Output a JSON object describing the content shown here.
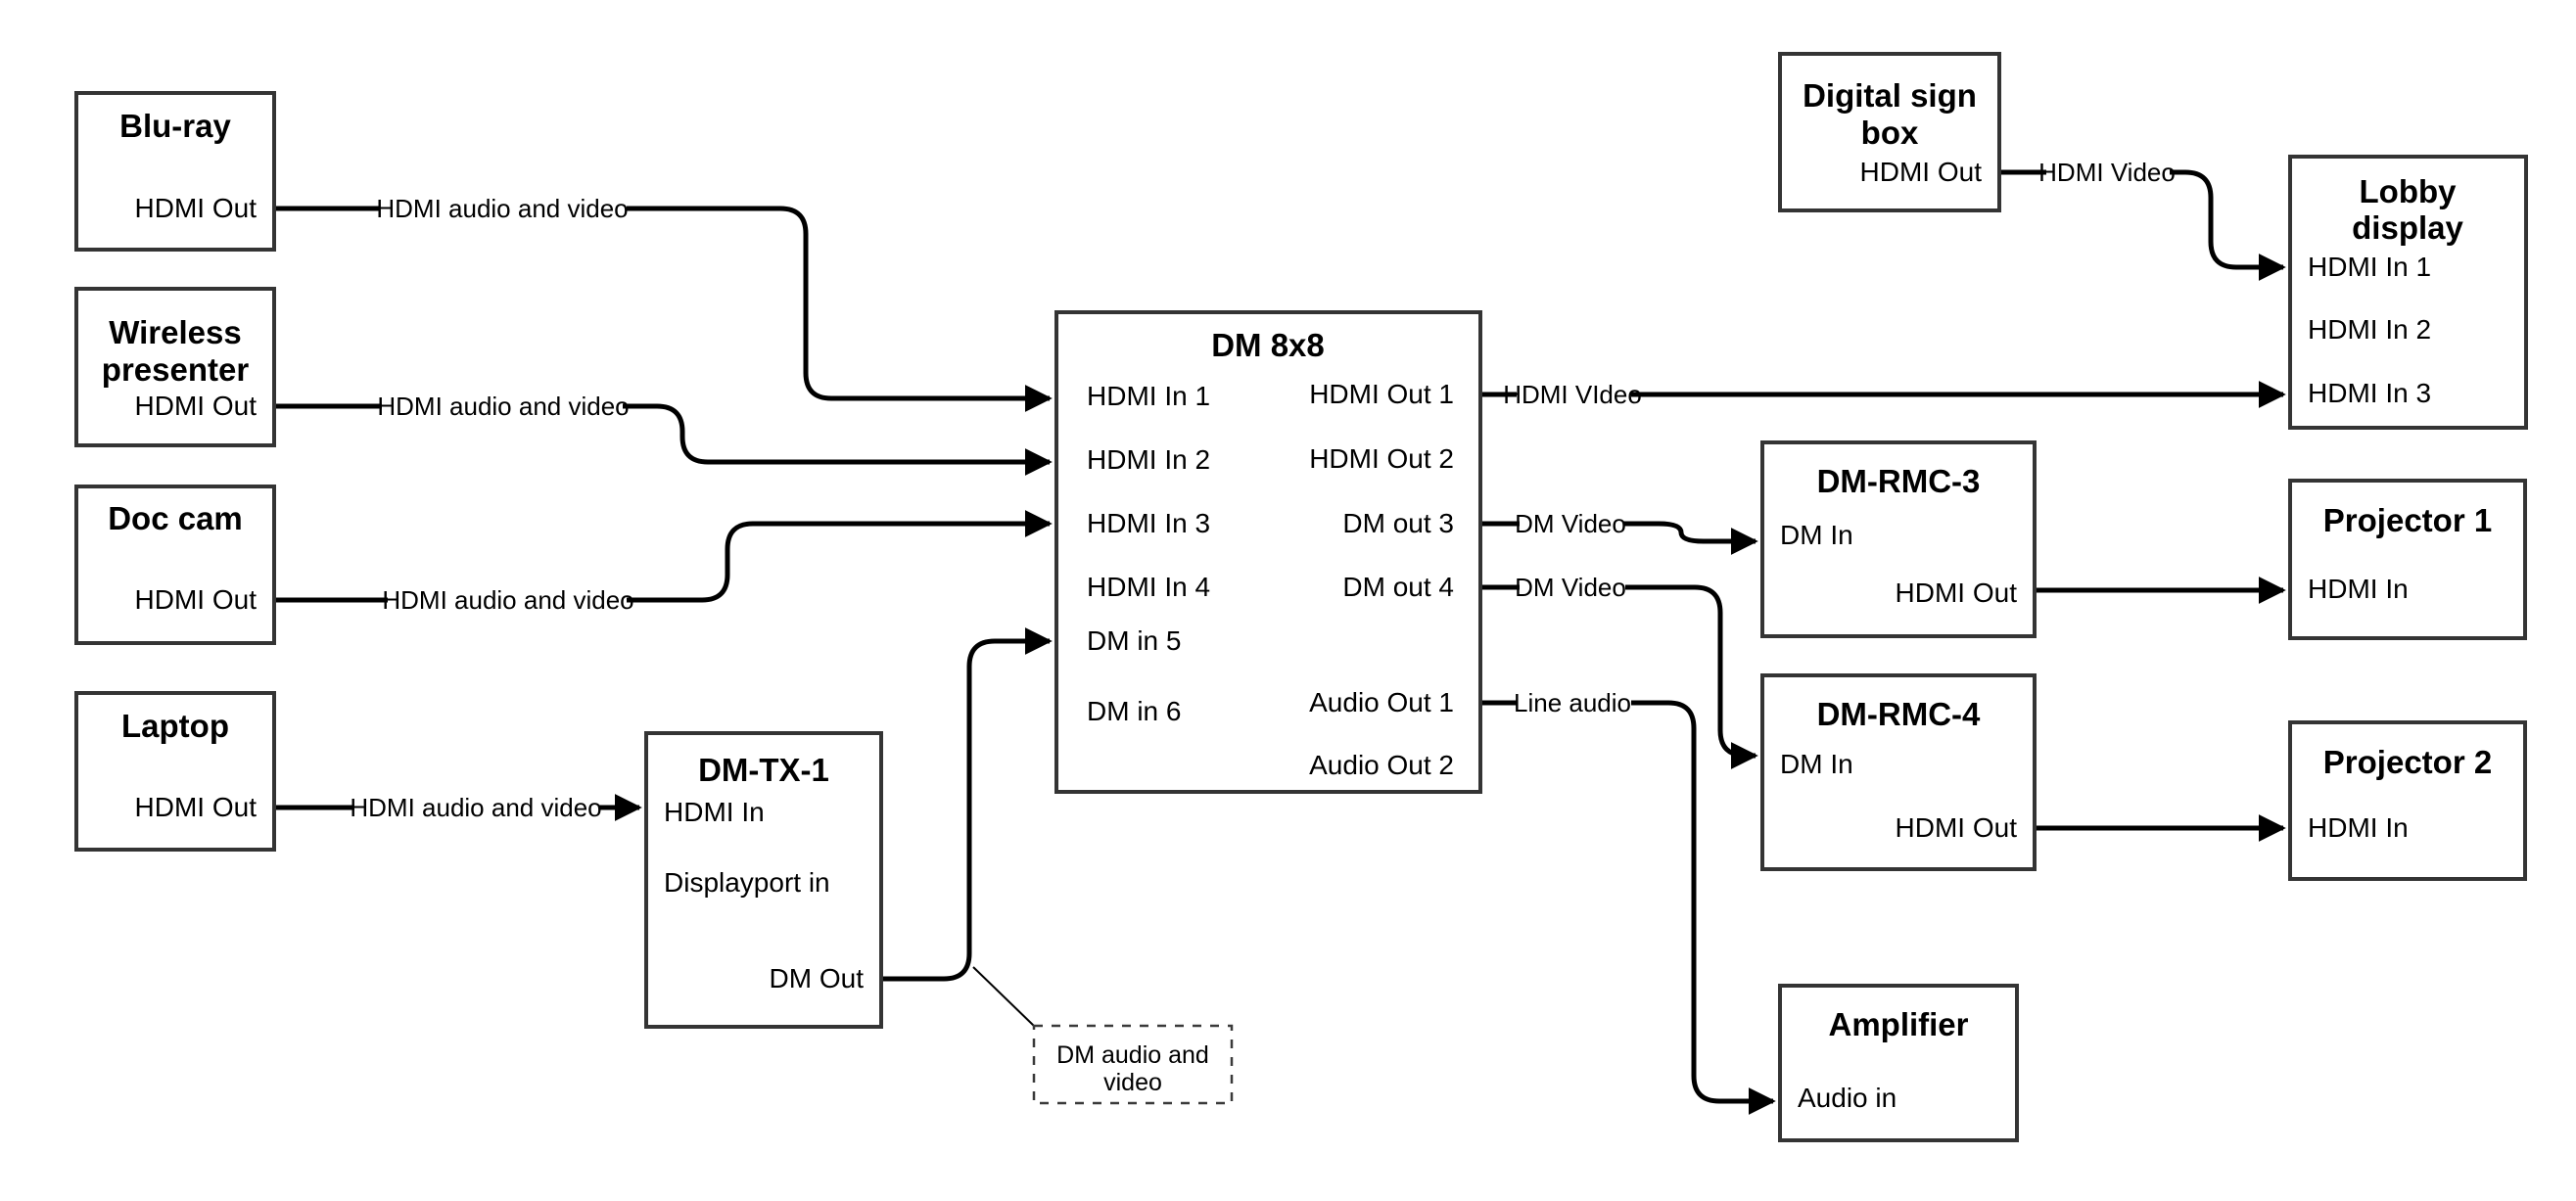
{
  "nodes": {
    "bluray": {
      "title": "Blu-ray",
      "port_out": "HDMI Out"
    },
    "wireless": {
      "title1": "Wireless",
      "title2": "presenter",
      "port_out": "HDMI Out"
    },
    "doccam": {
      "title": "Doc cam",
      "port_out": "HDMI Out"
    },
    "laptop": {
      "title": "Laptop",
      "port_out": "HDMI Out"
    },
    "dmtx1": {
      "title": "DM-TX-1",
      "ports": [
        "HDMI In",
        "Displayport in",
        "DM Out"
      ]
    },
    "dm8x8": {
      "title": "DM 8x8",
      "inputs": [
        "HDMI In 1",
        "HDMI In 2",
        "HDMI In 3",
        "HDMI In 4",
        "DM in 5",
        "DM in 6"
      ],
      "outputs": [
        "HDMI Out 1",
        "HDMI Out 2",
        "DM out 3",
        "DM out 4",
        "Audio Out 1",
        "Audio Out 2"
      ]
    },
    "digitalsign": {
      "title1": "Digital sign",
      "title2": "box",
      "port_out": "HDMI Out"
    },
    "lobby": {
      "title1": "Lobby",
      "title2": "display",
      "ports": [
        "HDMI In 1",
        "HDMI In 2",
        "HDMI In 3"
      ]
    },
    "dmrmc3": {
      "title": "DM-RMC-3",
      "ports": [
        "DM In",
        "HDMI Out"
      ]
    },
    "proj1": {
      "title": "Projector 1",
      "port_in": "HDMI In"
    },
    "dmrmc4": {
      "title": "DM-RMC-4",
      "ports": [
        "DM In",
        "HDMI Out"
      ]
    },
    "proj2": {
      "title": "Projector 2",
      "port_in": "HDMI In"
    },
    "amp": {
      "title": "Amplifier",
      "port_in": "Audio in"
    },
    "callout": {
      "line1": "DM audio and",
      "line2": "video"
    }
  },
  "labels": {
    "hdmi_av": "HDMI audio and video",
    "hdmi_video_main": "HDMI VIdeo",
    "hdmi_video_sign": "HDMI Video",
    "dm_video": "DM Video",
    "line_audio": "Line audio"
  },
  "colors": {
    "wire": "#000000",
    "border": "#343434",
    "background": "#ffffff"
  }
}
